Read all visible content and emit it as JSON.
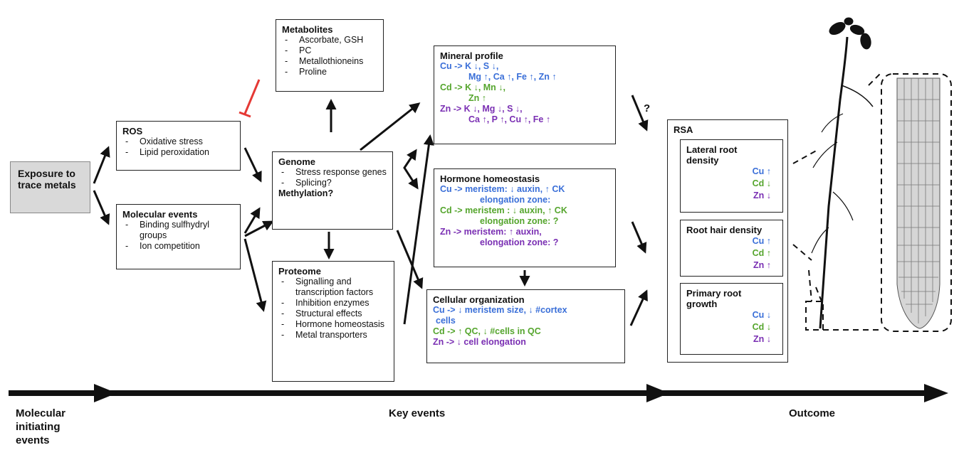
{
  "exposure": {
    "text": "Exposure to trace metals"
  },
  "ros": {
    "title": "ROS",
    "items": [
      "Oxidative stress",
      "Lipid peroxidation"
    ]
  },
  "molecular": {
    "title": "Molecular events",
    "items": [
      "Binding sulfhydryl groups",
      "Ion competition"
    ]
  },
  "metabolites": {
    "title": "Metabolites",
    "items": [
      "Ascorbate, GSH",
      "PC",
      "Metallothioneins",
      "Proline"
    ]
  },
  "genome": {
    "title": "Genome",
    "items": [
      "Stress response genes",
      "Splicing?"
    ],
    "extra": "Methylation?"
  },
  "proteome": {
    "title": "Proteome",
    "items": [
      "Signalling and transcription factors",
      "Inhibition enzymes",
      "Structural effects",
      "Hormone homeostasis",
      "Metal transporters"
    ]
  },
  "mineral": {
    "title": "Mineral profile",
    "cu1": "Cu -> K ↓, S ↓,",
    "cu2": "Mg ↑, Ca ↑, Fe ↑, Zn ↑",
    "cd1": "Cd -> K ↓, Mn ↓,",
    "cd2": "Zn ↑",
    "zn1": "Zn -> K ↓, Mg ↓, S ↓,",
    "zn2": "Ca ↑, P ↑, Cu ↑, Fe ↑"
  },
  "hormone": {
    "title": "Hormone homeostasis",
    "cu1": "Cu -> meristem: ↓ auxin, ↑ CK",
    "cu2": "elongation zone:",
    "cd1": "Cd -> meristem : ↓ auxin, ↑ CK",
    "cd2": "elongation zone: ?",
    "zn1": "Zn -> meristem: ↑ auxin,",
    "zn2": "elongation zone: ?"
  },
  "cellular": {
    "title": "Cellular organization",
    "cu1": "Cu -> ↓ meristem size, ↓ #cortex",
    "cu2": "cells",
    "cd1": "Cd -> ↑ QC, ↓ #cells in QC",
    "zn1": "Zn -> ↓ cell elongation"
  },
  "rsa": {
    "title": "RSA"
  },
  "lateral": {
    "title": "Lateral root density",
    "cu": "Cu ↑",
    "cd": "Cd ↓",
    "zn": "Zn ↓"
  },
  "roothair": {
    "title": "Root hair density",
    "cu": "Cu ↑",
    "cd": "Cd ↑",
    "zn": "Zn ↑"
  },
  "primary": {
    "title": "Primary root growth",
    "cu": "Cu ↓",
    "cd": "Cd ↓",
    "zn": "Zn ↓"
  },
  "question_mark": "?",
  "axis": {
    "molecular": "Molecular initiating events",
    "key": "Key events",
    "outcome": "Outcome"
  },
  "colors": {
    "cu": "#3a6fd8",
    "cd": "#55a52d",
    "zn": "#7a2fb3",
    "inhibit": "#e53935"
  }
}
